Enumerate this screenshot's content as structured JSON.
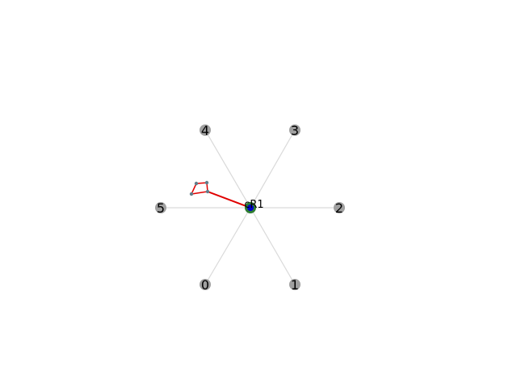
{
  "nodes": [
    {
      "id": "n0",
      "label": "0"
    },
    {
      "id": "n1",
      "label": "1"
    },
    {
      "id": "n2",
      "label": "2"
    },
    {
      "id": "n3",
      "label": "3"
    },
    {
      "id": "n4",
      "label": "4"
    },
    {
      "id": "n5",
      "label": "5"
    }
  ],
  "center": {
    "label": "R1",
    "hidden_label": "c"
  },
  "colors": {
    "spoke": "#d9d9d9",
    "node": "#a0a0a0",
    "center_ring": "#2e7d32",
    "center_dot": "#0000cc",
    "path": "#e00000",
    "waypoint": "#607d8b"
  }
}
